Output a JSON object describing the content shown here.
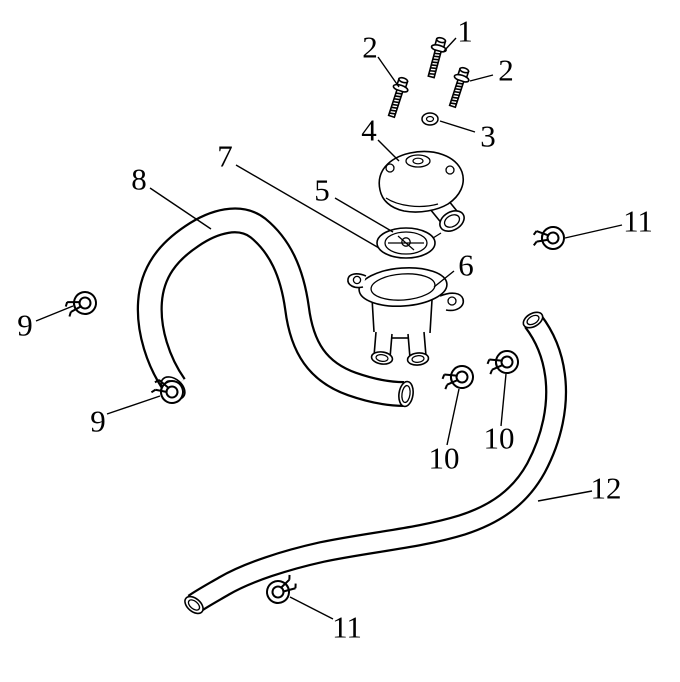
{
  "diagram": {
    "background_color": "#ffffff",
    "line_color": "#000000",
    "label_color": "#000000"
  },
  "callouts": [
    {
      "label": "1",
      "target": "bolt-top"
    },
    {
      "label": "2",
      "target": "bolt-left"
    },
    {
      "label": "2",
      "target": "bolt-right"
    },
    {
      "label": "3",
      "target": "washer"
    },
    {
      "label": "4",
      "target": "thermostat-cover"
    },
    {
      "label": "5",
      "target": "thermostat"
    },
    {
      "label": "6",
      "target": "thermostat-housing"
    },
    {
      "label": "7",
      "target": "thermostat-seal"
    },
    {
      "label": "8",
      "target": "upper-coolant-hose"
    },
    {
      "label": "9",
      "target": "hose-clamp-upper-left"
    },
    {
      "label": "9",
      "target": "hose-clamp-lower-left"
    },
    {
      "label": "10",
      "target": "hose-clamp-center-left"
    },
    {
      "label": "10",
      "target": "hose-clamp-center-right"
    },
    {
      "label": "11",
      "target": "hose-clamp-upper-right"
    },
    {
      "label": "11",
      "target": "hose-clamp-bottom"
    },
    {
      "label": "12",
      "target": "lower-coolant-hose"
    }
  ]
}
